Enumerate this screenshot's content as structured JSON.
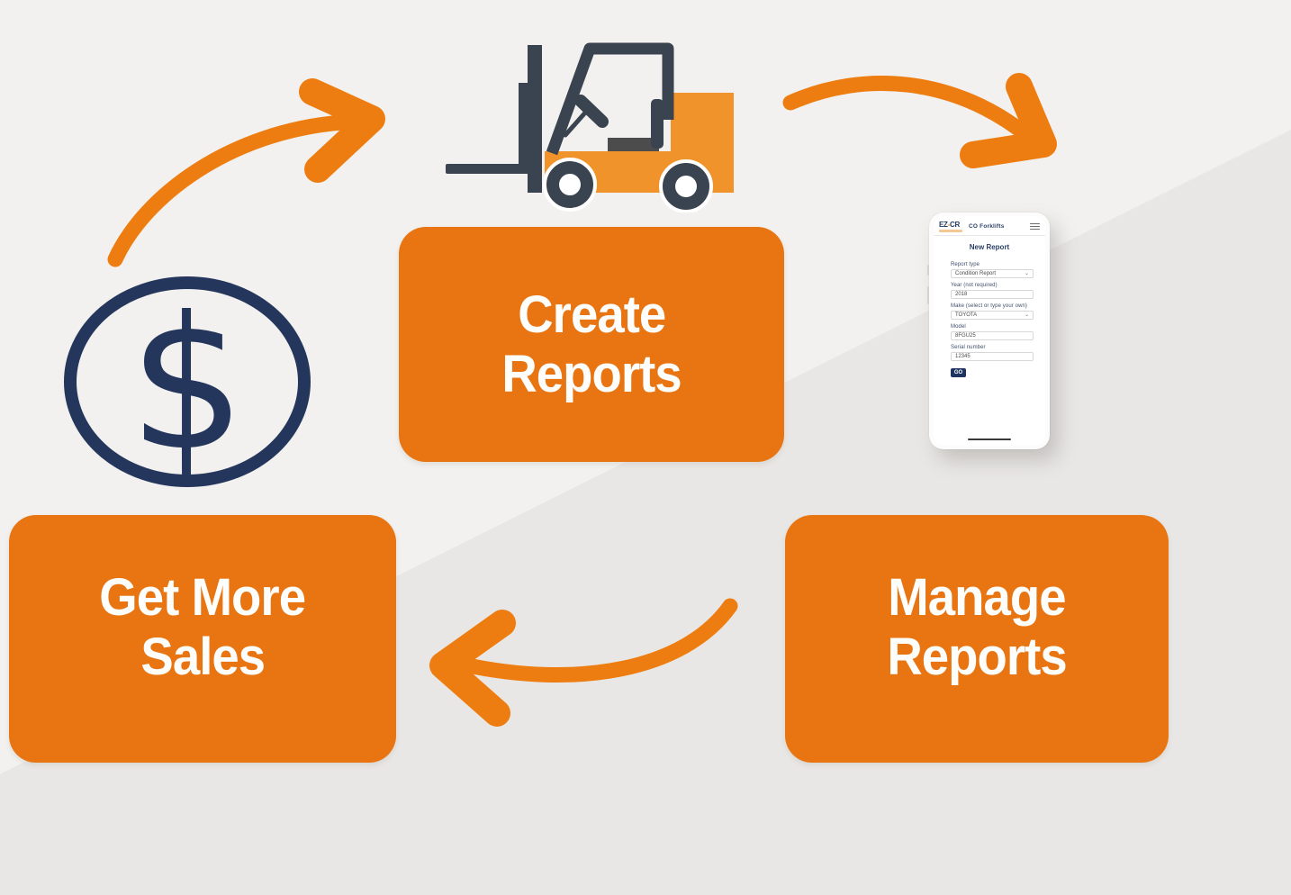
{
  "colors": {
    "box_orange": "#e87511",
    "arrow_orange": "#ee7d11",
    "forklift_orange": "#f0932a",
    "navy": "#24365c",
    "charcoal": "#3a4450",
    "background": "#f2f1ef",
    "background_shade": "#e9e7e5"
  },
  "boxes": {
    "create": {
      "line1": "Create",
      "line2": "Reports"
    },
    "manage": {
      "line1": "Manage",
      "line2": "Reports"
    },
    "sales": {
      "line1": "Get More",
      "line2": "Sales"
    }
  },
  "dollar_icon": {
    "symbol": "$"
  },
  "phone": {
    "logo": {
      "prefix": "EZ",
      "separator": "-",
      "suffix": "CR"
    },
    "app_title": "CO Forklifts",
    "screen_title": "New Report",
    "fields": [
      {
        "label": "Report type",
        "value": "Condition Report",
        "type": "select"
      },
      {
        "label": "Year (not required)",
        "value": "2018",
        "type": "input"
      },
      {
        "label": "Make (select or type your own)",
        "value": "TOYOTA",
        "type": "select"
      },
      {
        "label": "Model",
        "value": "8FGU25",
        "type": "input"
      },
      {
        "label": "Serial number",
        "value": "12345",
        "type": "input"
      }
    ],
    "select_chevron": "⌄",
    "submit_label": "GO"
  }
}
